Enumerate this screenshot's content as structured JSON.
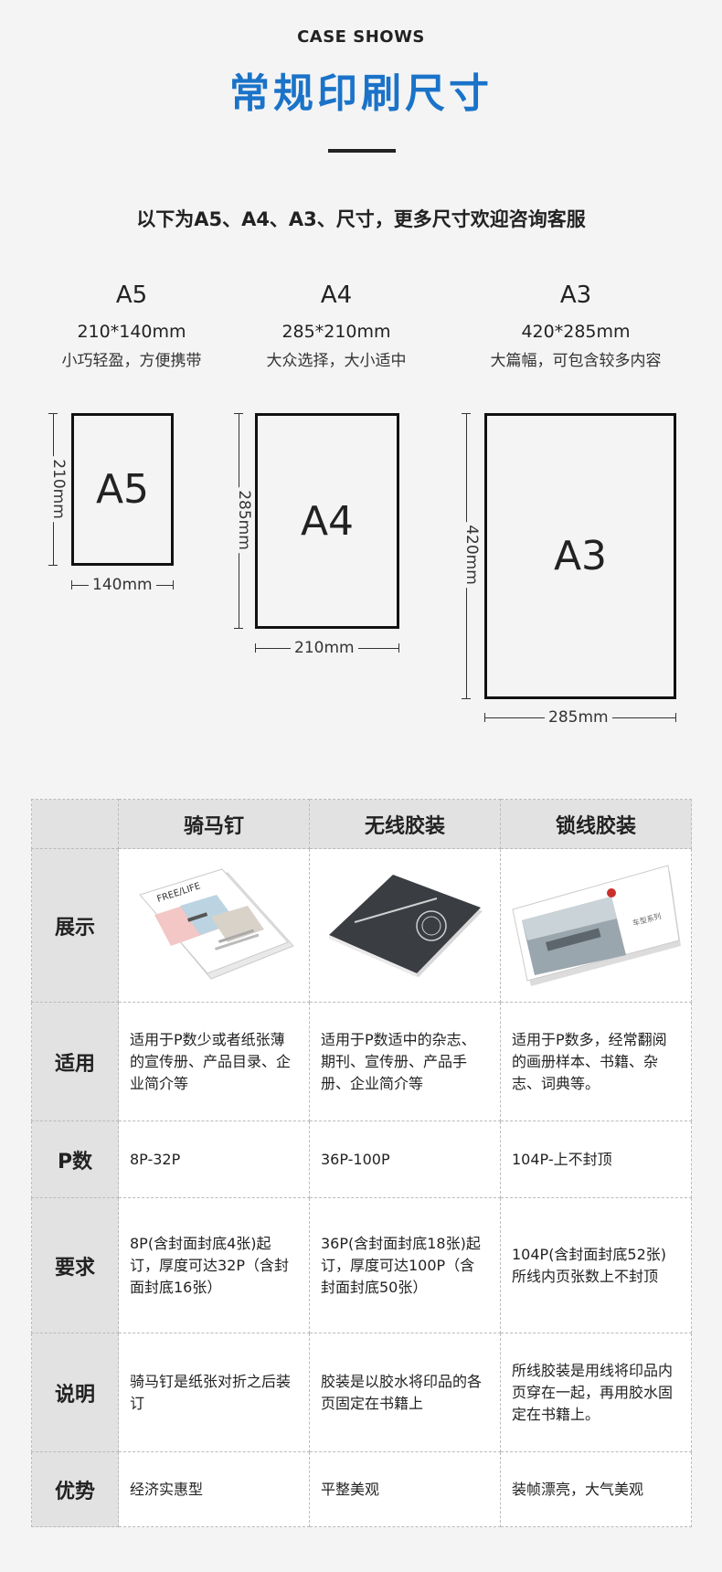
{
  "header": {
    "eyebrow": "CASE SHOWS",
    "title": "常规印刷尺寸",
    "subtitle": "以下为A5、A4、A3、尺寸，更多尺寸欢迎咨询客服",
    "title_color": "#1a73c8"
  },
  "sizes": [
    {
      "name": "A5",
      "dims": "210*140mm",
      "desc": "小巧轻盈，方便携带",
      "height_label": "210mm",
      "width_label": "140mm",
      "box_label": "A5"
    },
    {
      "name": "A4",
      "dims": "285*210mm",
      "desc": "大众选择，大小适中",
      "height_label": "285mm",
      "width_label": "210mm",
      "box_label": "A4"
    },
    {
      "name": "A3",
      "dims": "420*285mm",
      "desc": "大篇幅，可包含较多内容",
      "height_label": "420mm",
      "width_label": "285mm",
      "box_label": "A3"
    }
  ],
  "table": {
    "columns": [
      "骑马钉",
      "无线胶装",
      "锁线胶装"
    ],
    "rows": [
      {
        "label": "展示",
        "cells": [
          "",
          "",
          ""
        ]
      },
      {
        "label": "适用",
        "cells": [
          "适用于P数少或者纸张薄的宣传册、产品目录、企业简介等",
          "适用于P数适中的杂志、期刊、宣传册、产品手册、企业简介等",
          "适用于P数多，经常翻阅的画册样本、书籍、杂志、词典等。"
        ]
      },
      {
        "label": "P数",
        "cells": [
          "8P-32P",
          "36P-100P",
          "104P-上不封顶"
        ]
      },
      {
        "label": "要求",
        "cells": [
          "8P(含封面封底4张)起订，厚度可达32P（含封面封底16张）",
          "36P(含封面封底18张)起订，厚度可达100P（含封面封底50张）",
          "104P(含封面封底52张)所线内页张数上不封顶"
        ]
      },
      {
        "label": "说明",
        "cells": [
          "骑马钉是纸张对折之后装订",
          "胶装是以胶水将印品的各页固定在书籍上",
          "所线胶装是用线将印品内页穿在一起，再用胶水固定在书籍上。"
        ]
      },
      {
        "label": "优势",
        "cells": [
          "经济实惠型",
          "平整美观",
          "装帧漂亮，大气美观"
        ]
      }
    ],
    "images": {
      "saddle_cover_text": "FREE/LIFE",
      "a3_brochure_text": "车型系列"
    }
  }
}
